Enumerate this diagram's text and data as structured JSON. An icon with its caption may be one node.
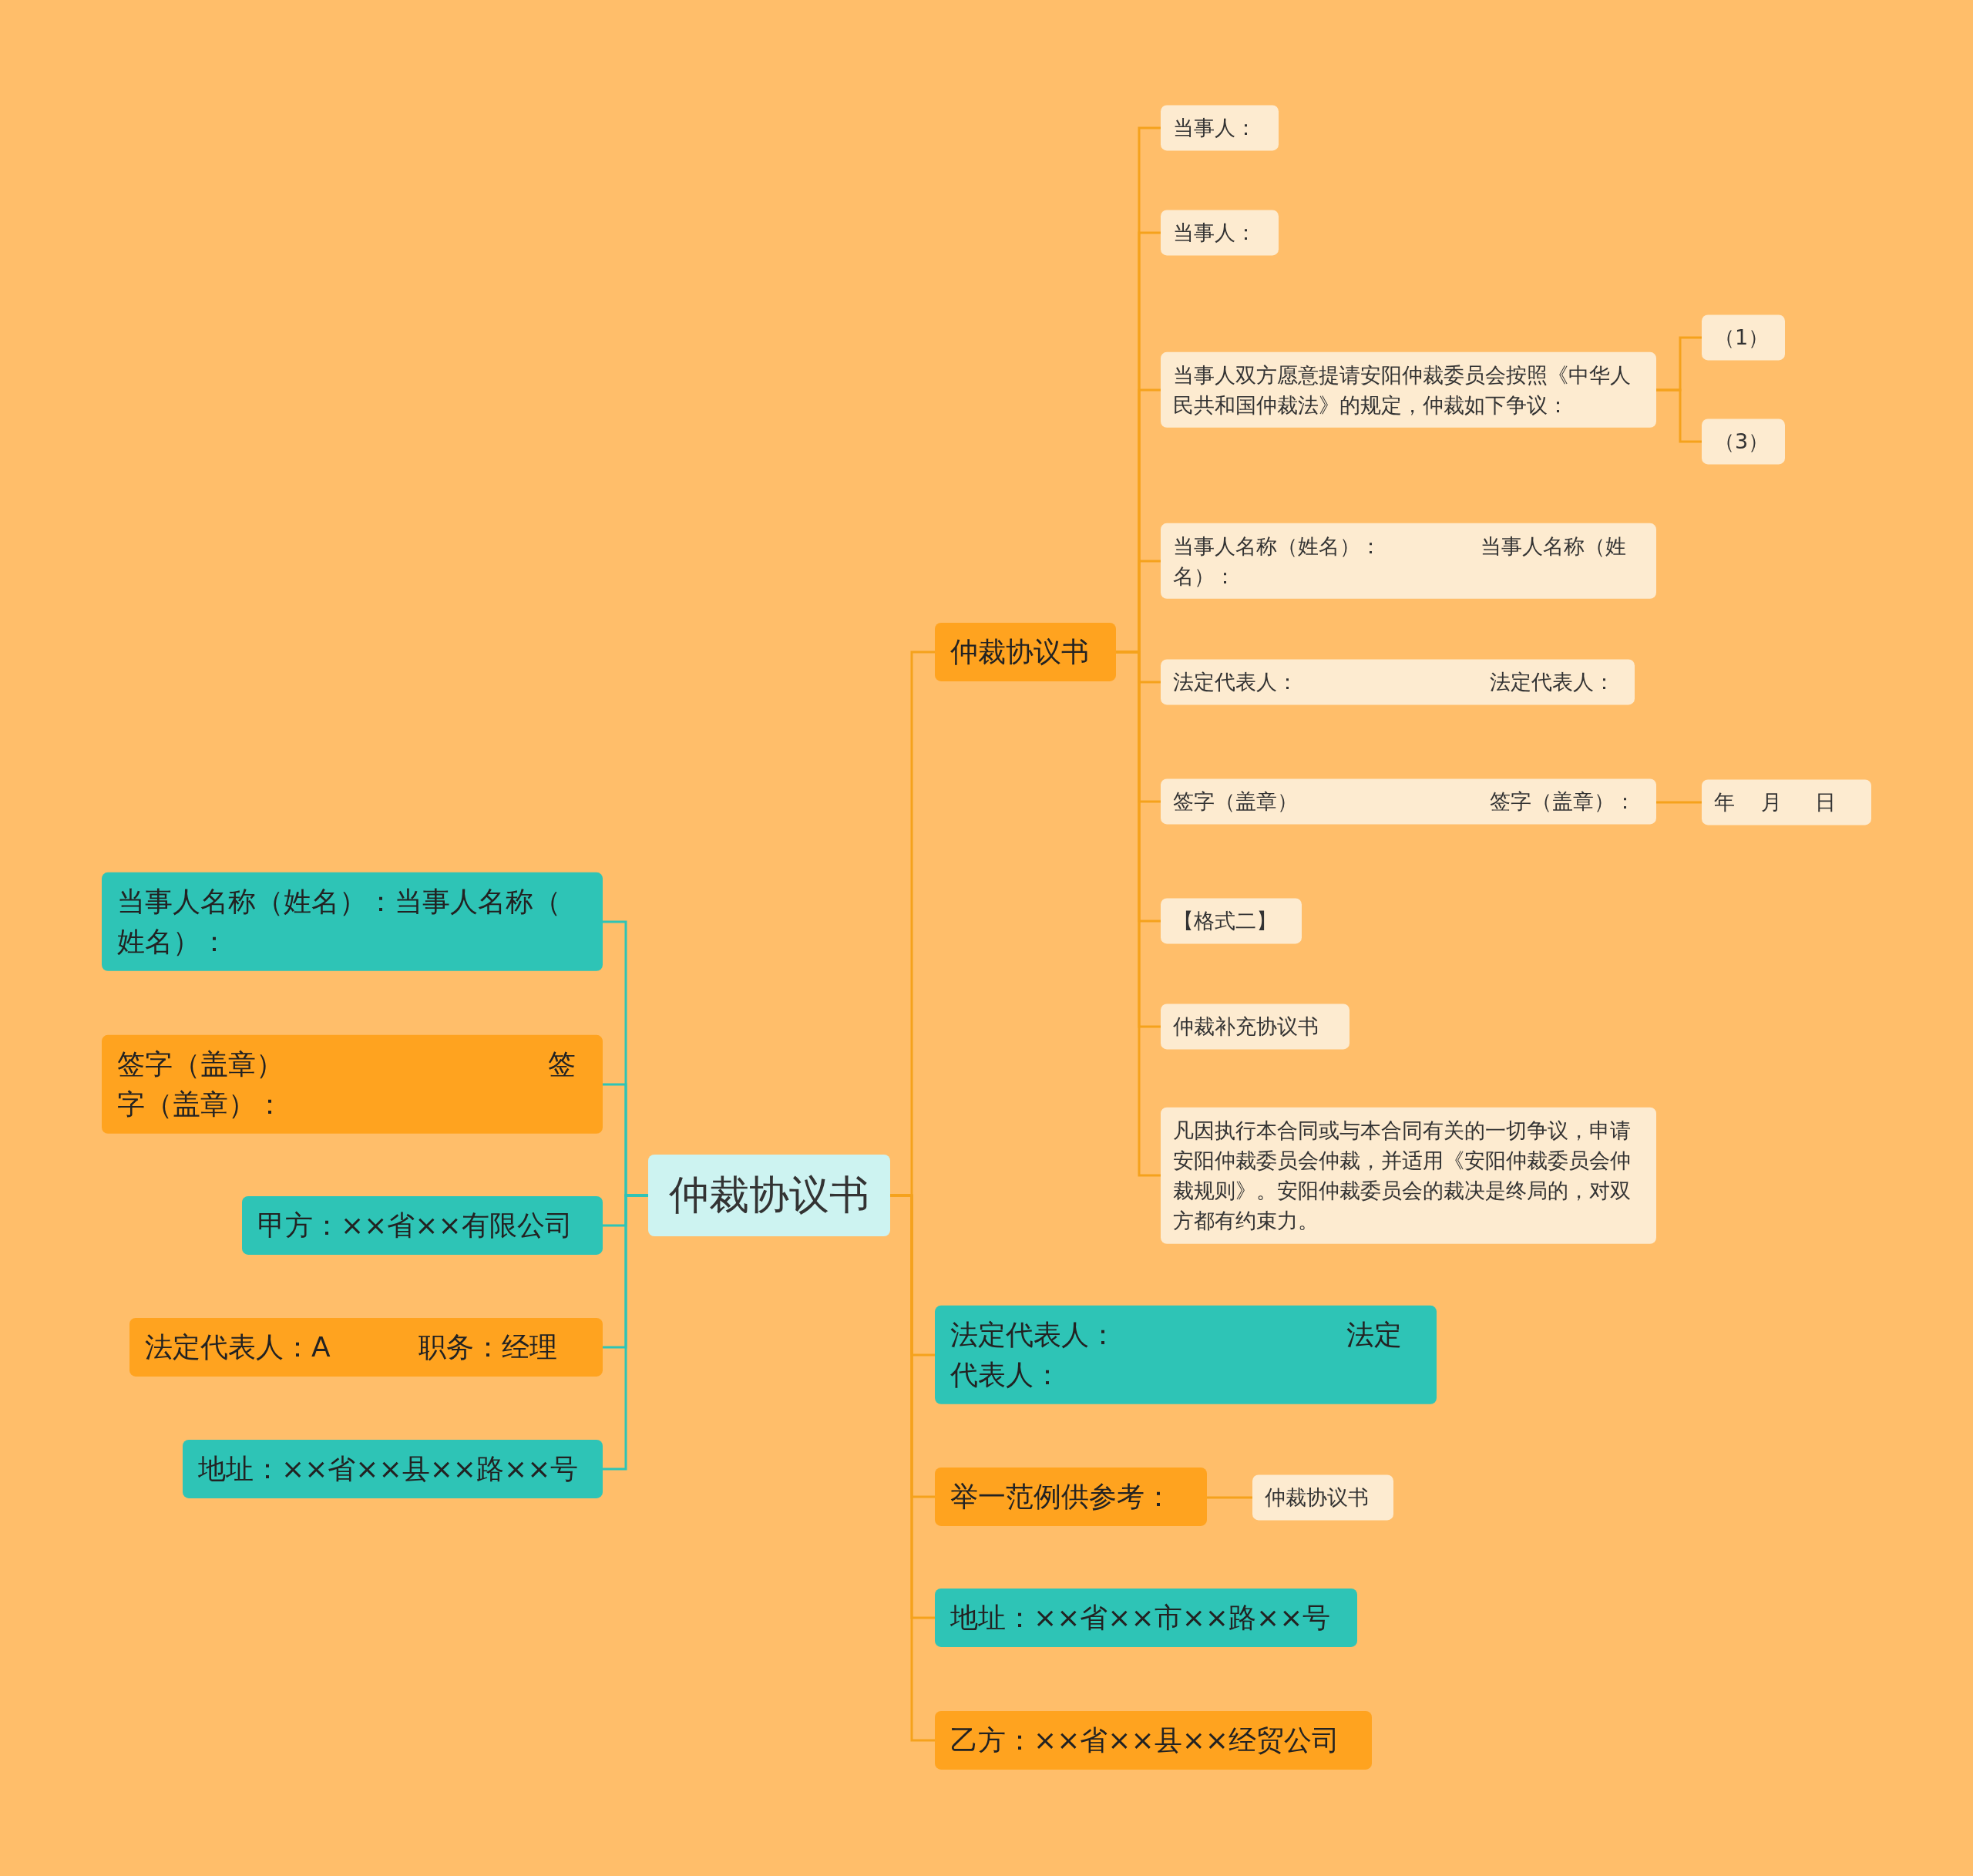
{
  "diagram": {
    "nodes": [
      {
        "text": [
          "仲裁协议书"
        ]
      },
      {
        "text": [
          "仲裁协议书"
        ]
      },
      {
        "text": [
          "当事人："
        ]
      },
      {
        "text": [
          "当事人："
        ]
      },
      {
        "text": [
          "当事人双方愿意提请安阳仲裁委员会按照《中华人民共和国仲裁法》的规定，仲裁如下争议："
        ]
      },
      {
        "text": [
          "（1）"
        ]
      },
      {
        "text": [
          "（3）"
        ]
      },
      {
        "text": [
          "当事人名称（姓名）：               当事人名称（姓名）："
        ]
      },
      {
        "text": [
          "法定代表人：                             法定代表人："
        ]
      },
      {
        "text": [
          "签字（盖章）                             签字（盖章）："
        ]
      },
      {
        "text": [
          "年    月     日"
        ]
      },
      {
        "text": [
          "【格式二】"
        ]
      },
      {
        "text": [
          "仲裁补充协议书"
        ]
      },
      {
        "text": [
          "凡因执行本合同或与本合同有关的一切争议，申请安阳仲裁委员会仲裁，并适用《安阳仲裁委员会仲裁规则》。安阳仲裁委员会的裁决是终局的，对双方都有约束力。"
        ]
      },
      {
        "text": [
          "法定代表人：                          法定代表人："
        ]
      },
      {
        "text": [
          "举一范例供参考："
        ]
      },
      {
        "text": [
          "仲裁协议书"
        ]
      },
      {
        "text": [
          "地址：××省××市××路××号"
        ]
      },
      {
        "text": [
          "乙方：××省××县××经贸公司"
        ]
      },
      {
        "text": [
          "当事人名称（姓名）：当事人名称（姓名）："
        ]
      },
      {
        "text": [
          "签字（盖章）                              签字（盖章）："
        ]
      },
      {
        "text": [
          "甲方：××省××有限公司"
        ]
      },
      {
        "text": [
          "法定代表人：A          职务：经理"
        ]
      },
      {
        "text": [
          "地址：××省××县××路××号"
        ]
      }
    ],
    "edges": [
      {
        "from": 0,
        "to": 1,
        "arrow": "none"
      },
      {
        "from": 1,
        "to": 2,
        "arrow": "none"
      },
      {
        "from": 1,
        "to": 3,
        "arrow": "none"
      },
      {
        "from": 1,
        "to": 4,
        "arrow": "none"
      },
      {
        "from": 4,
        "to": 5,
        "arrow": "none"
      },
      {
        "from": 4,
        "to": 6,
        "arrow": "none"
      },
      {
        "from": 1,
        "to": 7,
        "arrow": "none"
      },
      {
        "from": 1,
        "to": 8,
        "arrow": "none"
      },
      {
        "from": 1,
        "to": 9,
        "arrow": "none"
      },
      {
        "from": 9,
        "to": 10,
        "arrow": "none"
      },
      {
        "from": 1,
        "to": 11,
        "arrow": "none"
      },
      {
        "from": 1,
        "to": 12,
        "arrow": "none"
      },
      {
        "from": 1,
        "to": 13,
        "arrow": "none"
      },
      {
        "from": 0,
        "to": 14,
        "arrow": "none"
      },
      {
        "from": 0,
        "to": 15,
        "arrow": "none"
      },
      {
        "from": 15,
        "to": 16,
        "arrow": "none"
      },
      {
        "from": 0,
        "to": 17,
        "arrow": "none"
      },
      {
        "from": 0,
        "to": 18,
        "arrow": "none"
      },
      {
        "from": 0,
        "to": 19,
        "arrow": "none",
        "color": "#2ec4b6"
      },
      {
        "from": 0,
        "to": 20,
        "arrow": "none",
        "color": "#2ec4b6"
      },
      {
        "from": 0,
        "to": 21,
        "arrow": "none",
        "color": "#2ec4b6"
      },
      {
        "from": 0,
        "to": 22,
        "arrow": "none",
        "color": "#2ec4b6"
      },
      {
        "from": 0,
        "to": 23,
        "arrow": "none",
        "color": "#2ec4b6"
      }
    ]
  }
}
